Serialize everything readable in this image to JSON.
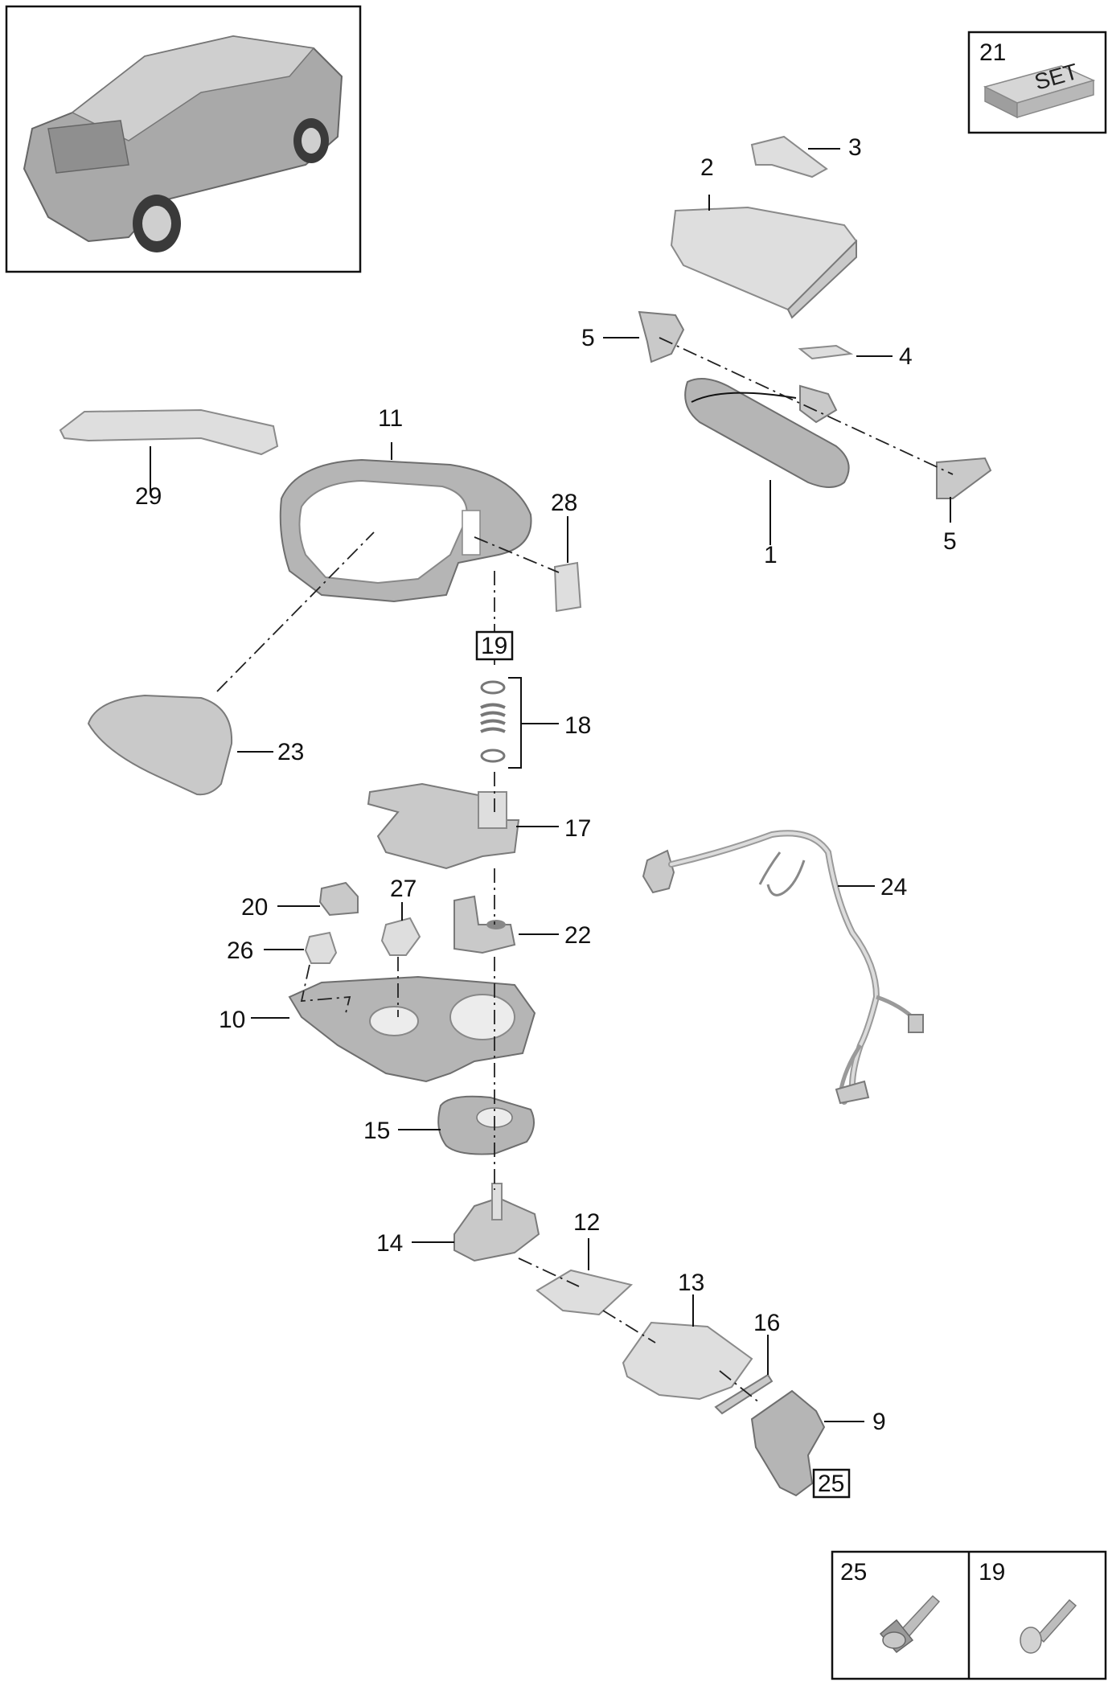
{
  "callouts": {
    "c1": "1",
    "c2": "2",
    "c3": "3",
    "c4": "4",
    "c5a": "5",
    "c5b": "5",
    "c9": "9",
    "c10": "10",
    "c11": "11",
    "c12": "12",
    "c13": "13",
    "c14": "14",
    "c15": "15",
    "c16": "16",
    "c17": "17",
    "c18": "18",
    "c19": "19",
    "c20": "20",
    "c22": "22",
    "c23": "23",
    "c24": "24",
    "c25": "25",
    "c26": "26",
    "c27": "27",
    "c28": "28",
    "c29": "29"
  },
  "set_box": {
    "number": "21",
    "text": "SET"
  },
  "legend": {
    "left": {
      "number": "25"
    },
    "right": {
      "number": "19"
    }
  }
}
